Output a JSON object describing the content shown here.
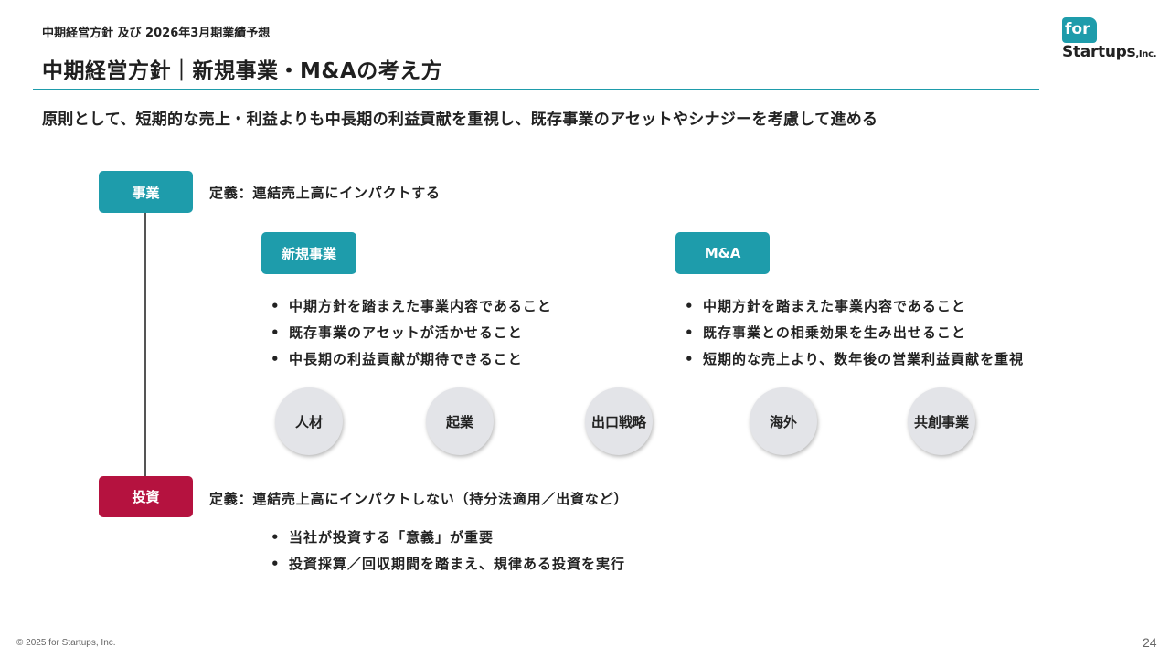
{
  "header": {
    "breadcrumb": "中期経営方針 及び 2026年3月期業績予想",
    "title": "中期経営方針｜新規事業・M&Aの考え方"
  },
  "logo": {
    "line1": "for",
    "line2": "Startups",
    "suffix": ",Inc."
  },
  "principle": "原則として、短期的な売上・利益よりも中長期の利益貢献を重視し、既存事業のアセットやシナジーを考慮して進める",
  "business": {
    "tag": "事業",
    "definition": "定義：連結売上高にインパクトする",
    "new_business": {
      "tag": "新規事業",
      "bullets": [
        "中期方針を踏まえた事業内容であること",
        "既存事業のアセットが活かせること",
        "中長期の利益貢献が期待できること"
      ]
    },
    "ma": {
      "tag": "M&A",
      "bullets": [
        "中期方針を踏まえた事業内容であること",
        "既存事業との相乗効果を生み出せること",
        "短期的な売上より、数年後の営業利益貢献を重視"
      ]
    },
    "circles": [
      "人材",
      "起業",
      "出口戦略",
      "海外",
      "共創事業"
    ]
  },
  "investment": {
    "tag": "投資",
    "definition": "定義：連結売上高にインパクトしない（持分法適用／出資など）",
    "bullets": [
      "当社が投資する「意義」が重要",
      "投資採算／回収期間を踏まえ、規律ある投資を実行"
    ]
  },
  "bullet_char": "•",
  "footer": {
    "copyright": "© 2025 for Startups, Inc.",
    "page": "24"
  },
  "colors": {
    "teal": "#1e9cab",
    "crimson": "#b5123f",
    "circle": "#e3e4e8"
  }
}
